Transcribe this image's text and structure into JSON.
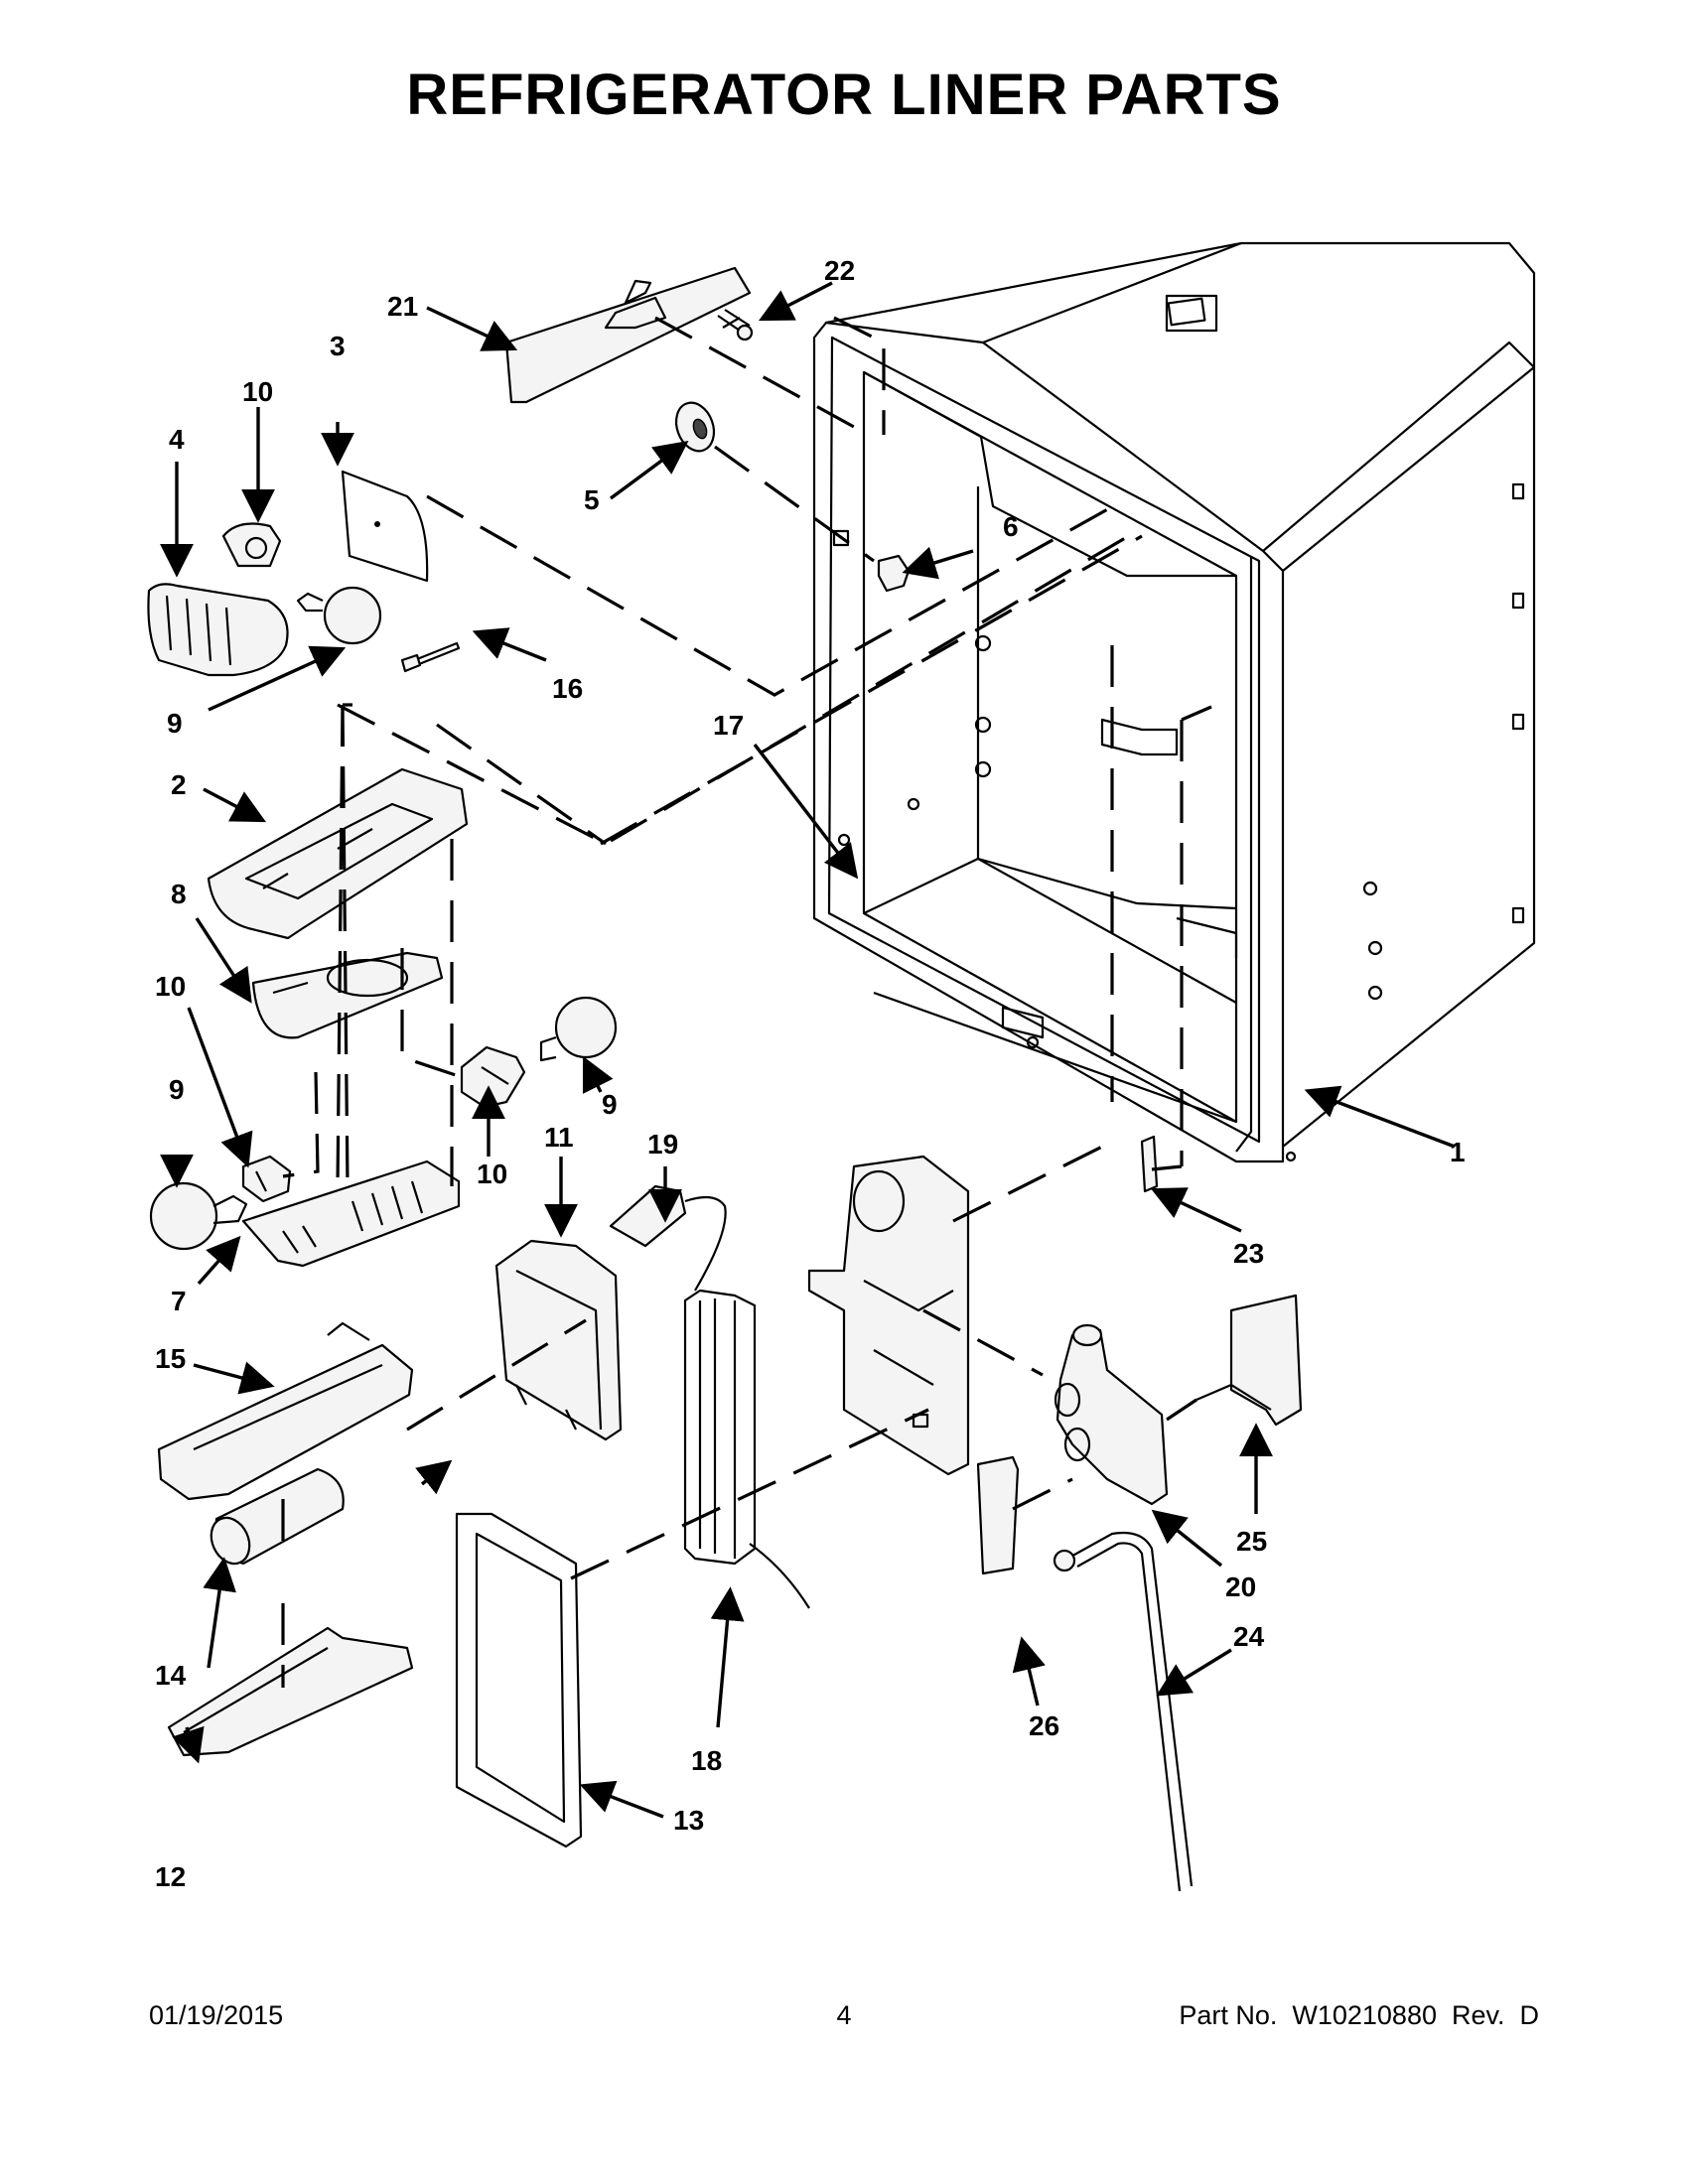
{
  "title": "REFRIGERATOR LINER PARTS",
  "callouts": {
    "c1": "1",
    "c2": "2",
    "c3": "3",
    "c4": "4",
    "c5": "5",
    "c6": "6",
    "c7": "7",
    "c8": "8",
    "c9a": "9",
    "c9b": "9",
    "c9c": "9",
    "c10a": "10",
    "c10b": "10",
    "c10c": "10",
    "c11": "11",
    "c12": "12",
    "c13": "13",
    "c14": "14",
    "c15": "15",
    "c16": "16",
    "c17": "17",
    "c18": "18",
    "c19": "19",
    "c20": "20",
    "c21": "21",
    "c22": "22",
    "c23": "23",
    "c24": "24",
    "c25": "25",
    "c26": "26"
  },
  "footer": {
    "date": "01/19/2015",
    "page": "4",
    "part_number": "Part No.  W10210880  Rev.  D"
  }
}
